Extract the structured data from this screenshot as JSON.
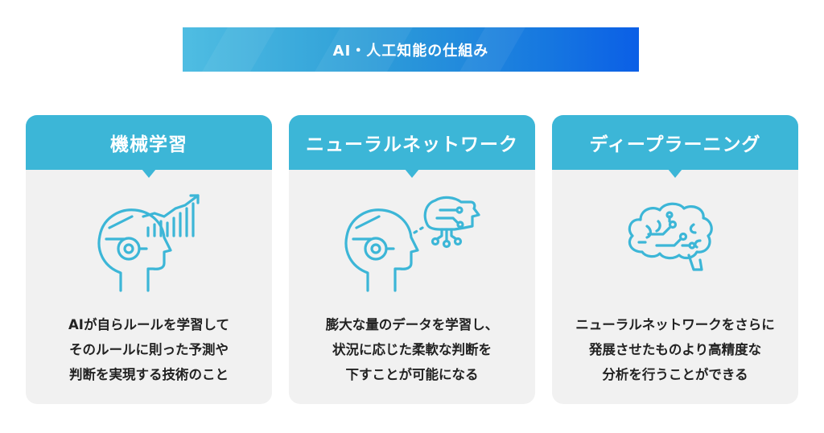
{
  "banner": {
    "title": "AI・人工知能の仕組み"
  },
  "colors": {
    "accent": "#3cb6d7",
    "card_bg": "#f1f1f1",
    "icon_stroke": "#3cb6d7"
  },
  "cards": [
    {
      "title": "機械学習",
      "icon": "ai-head-growth-chart-icon",
      "lines": [
        "AIが自らルールを学習して",
        "そのルールに則った予測や",
        "判断を実現する技術のこと"
      ]
    },
    {
      "title": "ニューラルネットワーク",
      "icon": "ai-head-neural-circuit-icon",
      "lines": [
        "膨大な量のデータを学習し、",
        "状況に応じた柔軟な判断を",
        "下すことが可能になる"
      ]
    },
    {
      "title": "ディープラーニング",
      "icon": "brain-circuit-icon",
      "lines": [
        "ニューラルネットワークをさらに",
        "発展させたものより高精度な",
        "分析を行うことができる"
      ]
    }
  ]
}
